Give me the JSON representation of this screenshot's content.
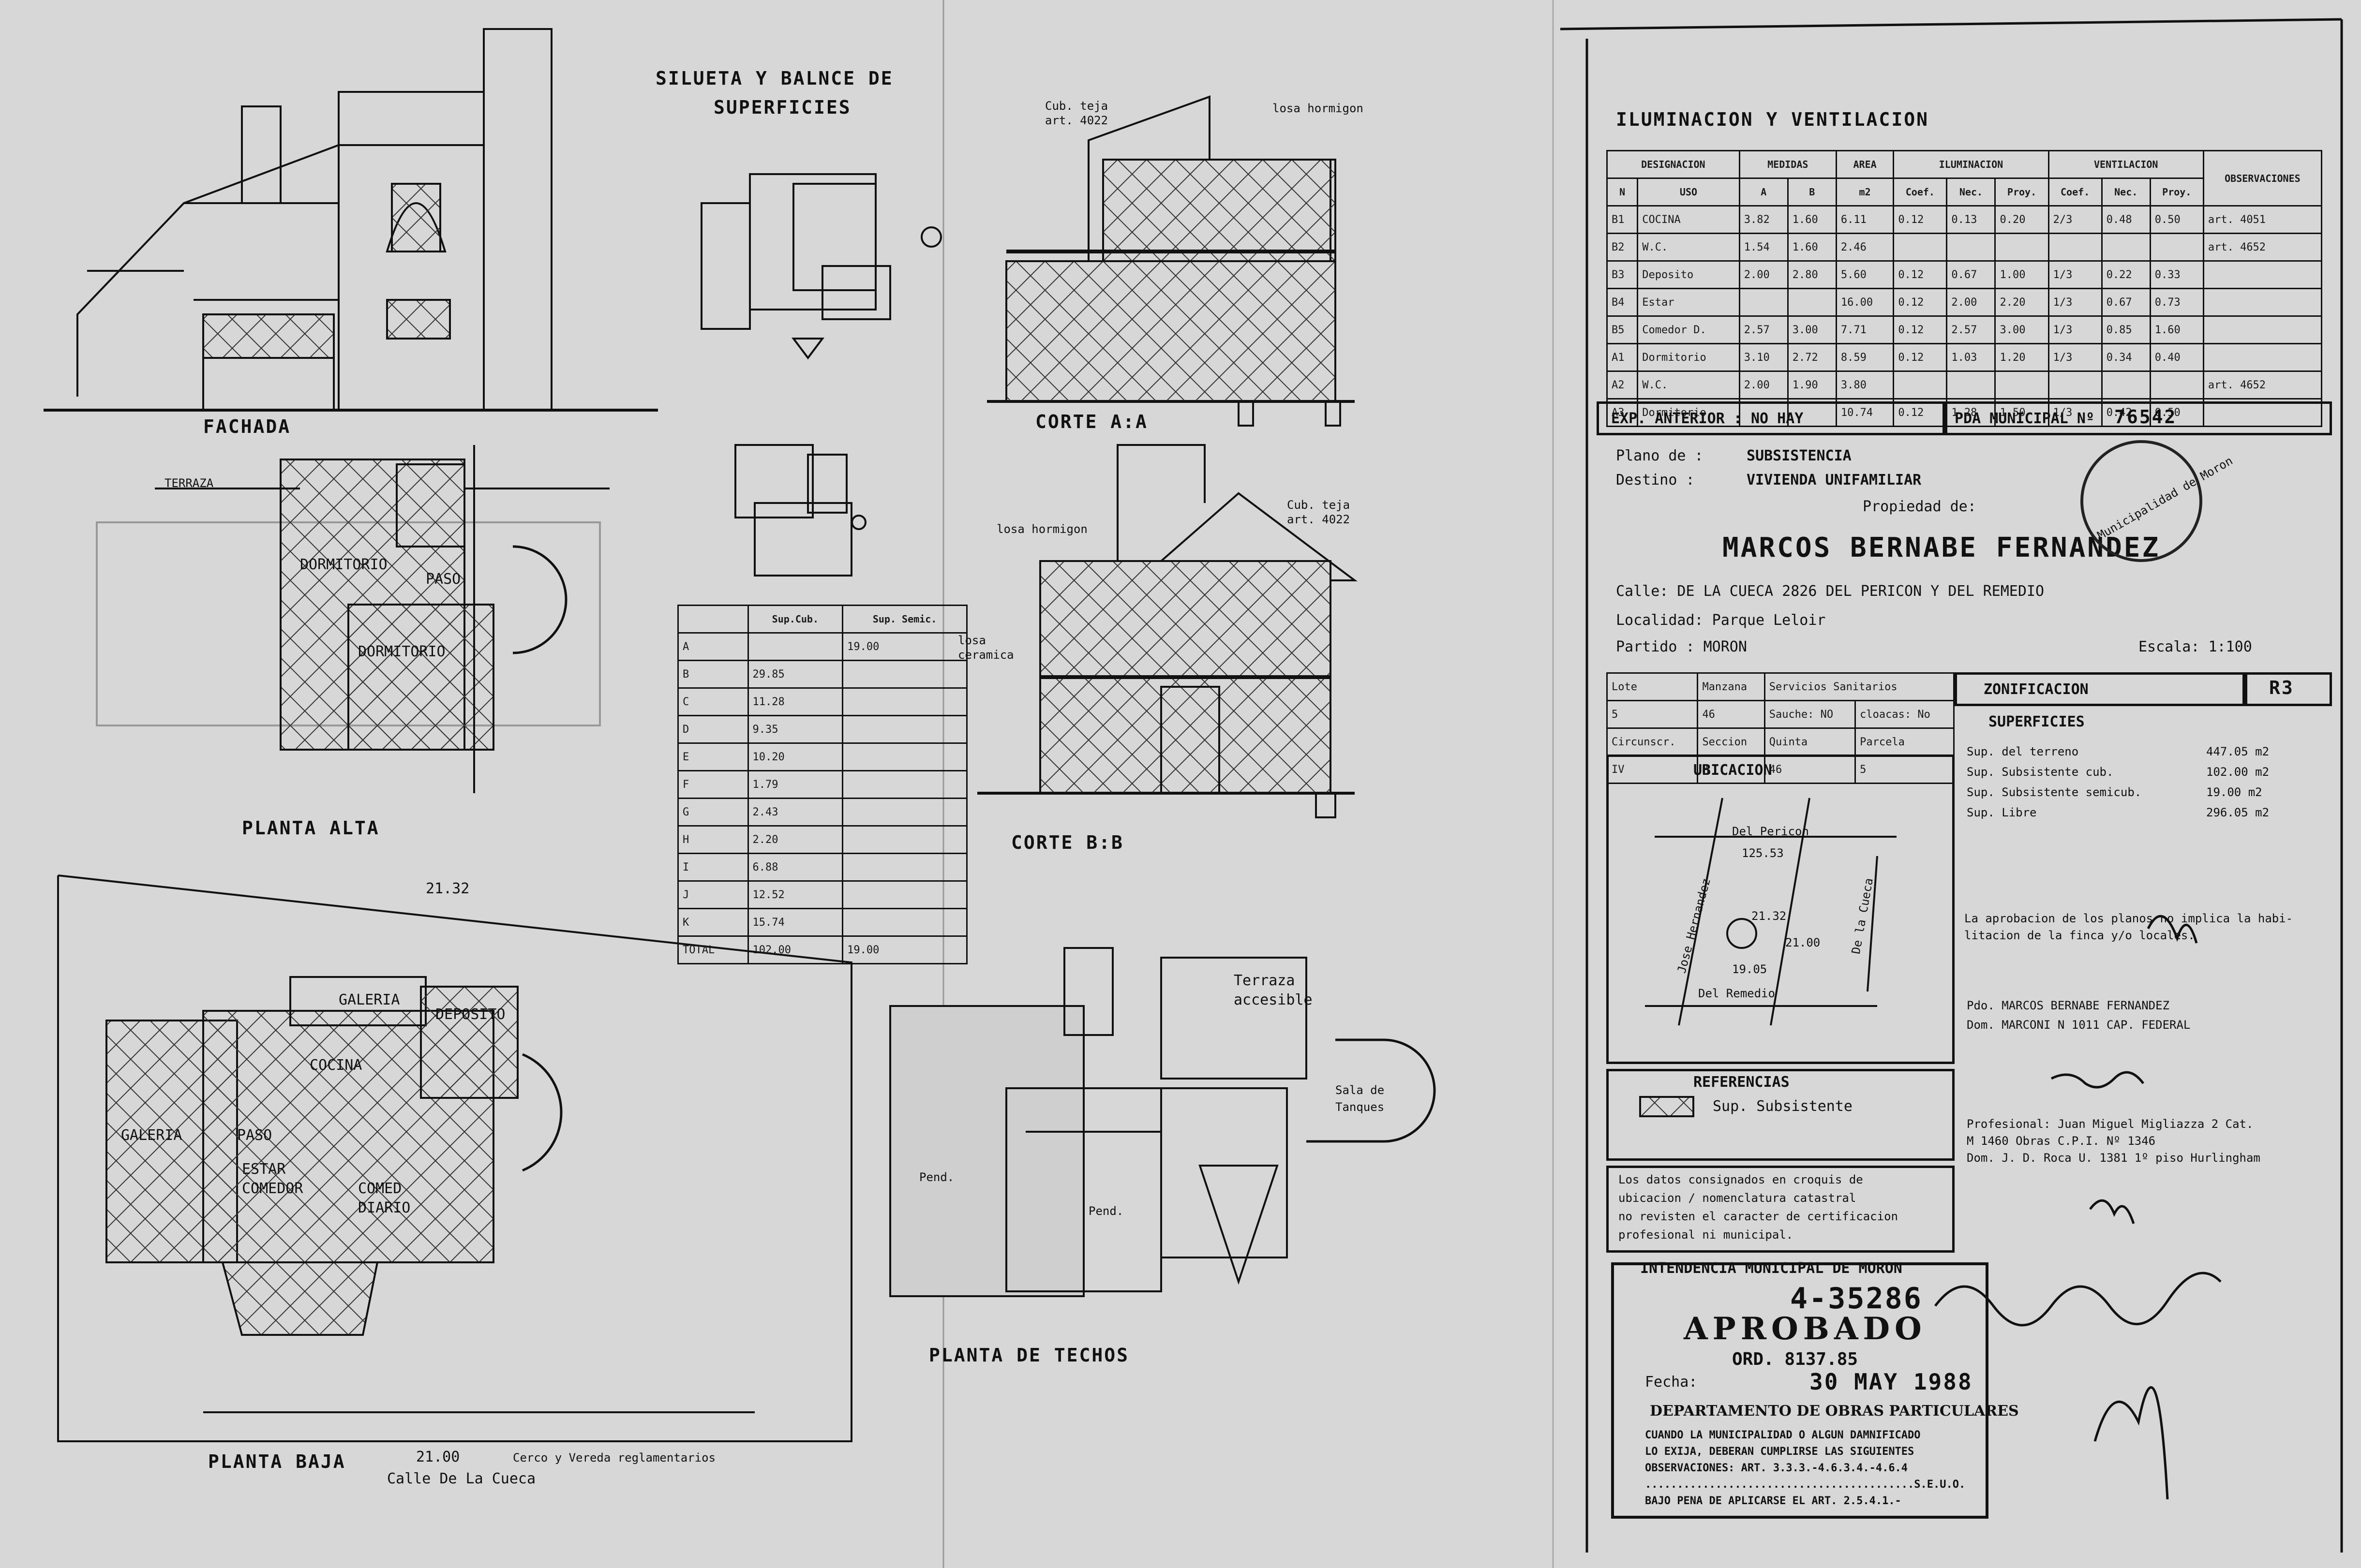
{
  "drawings": {
    "silueta_title": [
      "SILUETA Y BALNCE DE",
      "SUPERFICIES"
    ],
    "fachada": "FACHADA",
    "planta_alta": "PLANTA ALTA",
    "planta_baja": "PLANTA BAJA",
    "planta_techos": "PLANTA DE TECHOS",
    "corte_aa": "CORTE A:A",
    "corte_bb": "CORTE B:B",
    "dormitorio": "DORMITORIO",
    "paso": "PASO",
    "galeria": "GALERIA",
    "estar_comedor": [
      "ESTAR",
      "COMEDOR"
    ],
    "comedor_diario": [
      "COMED",
      "DIARIO"
    ],
    "cocina": "COCINA",
    "deposito": "DEPOSITO",
    "terraza": "TERRAZA",
    "terraza_accesible": [
      "Terraza",
      "accesible"
    ],
    "sala_tanques": [
      "Sala de",
      "Tanques"
    ],
    "losa_hormigon": "losa hormigon",
    "losa_ceramica": [
      "losa",
      "ceramica"
    ],
    "cub_teja": [
      "Cub. teja",
      "art. 4022"
    ],
    "pend": "Pend.",
    "calle": "Calle  De La Cueca",
    "cerco": "Cerco y Vereda reglamentarios",
    "frente": "21.00",
    "lateral": "21.32",
    "superficies_table": {
      "headers": [
        "",
        "Sup.Cub.",
        "Sup. Semic."
      ],
      "rows": [
        [
          "A",
          "",
          "19.00"
        ],
        [
          "B",
          "29.85",
          ""
        ],
        [
          "C",
          "11.28",
          ""
        ],
        [
          "D",
          "9.35",
          ""
        ],
        [
          "E",
          "10.20",
          ""
        ],
        [
          "F",
          "1.79",
          ""
        ],
        [
          "G",
          "2.43",
          ""
        ],
        [
          "H",
          "2.20",
          ""
        ],
        [
          "I",
          "6.88",
          ""
        ],
        [
          "J",
          "12.52",
          ""
        ],
        [
          "K",
          "15.74",
          ""
        ],
        [
          "TOTAL",
          "102.00",
          "19.00"
        ]
      ]
    }
  },
  "iluminacion": {
    "title": "ILUMINACION Y VENTILACION",
    "group_headers": [
      "DESIGNACION",
      "MEDIDAS",
      "AREA",
      "ILUMINACION",
      "VENTILACION",
      "OBSERVACIONES"
    ],
    "sub_headers": [
      "N",
      "USO",
      "A",
      "B",
      "m2",
      "Coef.",
      "Nec.",
      "Proy.",
      "Coef.",
      "Nec.",
      "Proy.",
      ""
    ],
    "rows": [
      [
        "B1",
        "COCINA",
        "3.82",
        "1.60",
        "6.11",
        "0.12",
        "0.13",
        "0.20",
        "2/3",
        "0.48",
        "0.50",
        "art. 4051"
      ],
      [
        "B2",
        "W.C.",
        "1.54",
        "1.60",
        "2.46",
        "",
        "",
        "",
        "",
        "",
        "",
        "art. 4652"
      ],
      [
        "B3",
        "Deposito",
        "2.00",
        "2.80",
        "5.60",
        "0.12",
        "0.67",
        "1.00",
        "1/3",
        "0.22",
        "0.33",
        ""
      ],
      [
        "B4",
        "Estar",
        "",
        "",
        "16.00",
        "0.12",
        "2.00",
        "2.20",
        "1/3",
        "0.67",
        "0.73",
        ""
      ],
      [
        "B5",
        "Comedor D.",
        "2.57",
        "3.00",
        "7.71",
        "0.12",
        "2.57",
        "3.00",
        "1/3",
        "0.85",
        "1.60",
        ""
      ],
      [
        "A1",
        "Dormitorio",
        "3.10",
        "2.72",
        "8.59",
        "0.12",
        "1.03",
        "1.20",
        "1/3",
        "0.34",
        "0.40",
        ""
      ],
      [
        "A2",
        "W.C.",
        "2.00",
        "1.90",
        "3.80",
        "",
        "",
        "",
        "",
        "",
        "",
        "art. 4652"
      ],
      [
        "A3",
        "Dormitorio",
        "",
        "",
        "10.74",
        "0.12",
        "1.28",
        "1.50",
        "1/3",
        "0.42",
        "0.50",
        ""
      ]
    ]
  },
  "expediente": {
    "exp_anterior": "EXP. ANTERIOR : NO HAY",
    "pda_label": "PDA MUNICIPAL Nº",
    "pda_value": "76542"
  },
  "plano": {
    "plano_de_label": "Plano de :",
    "plano_de": "SUBSISTENCIA",
    "destino_label": "Destino :",
    "destino": "VIVIENDA UNIFAMILIAR",
    "propiedad": "Propiedad de:",
    "propietario": "MARCOS BERNABE FERNANDEZ",
    "calle": "Calle: DE LA CUECA 2826 DEL PERICON Y DEL REMEDIO",
    "localidad": "Localidad: Parque Leloir",
    "partido": "Partido : MORON",
    "escala": "Escala: 1:100"
  },
  "nomenclatura": {
    "row1": [
      "Lote",
      "Manzana",
      "Servicios Sanitarios"
    ],
    "row2": [
      "5",
      "46",
      "Sauche: NO",
      "cloacas: No"
    ],
    "row3": [
      "Circunscr.",
      "Seccion",
      "Quinta",
      "Parcela"
    ],
    "row4": [
      "IV",
      "M",
      "46",
      "5"
    ],
    "zonificacion_label": "ZONIFICACION",
    "zonificacion_value": "R3"
  },
  "superficies": {
    "title": "SUPERFICIES",
    "items": [
      {
        "label": "Sup. del terreno",
        "value": "447.05 m2"
      },
      {
        "label": "Sup. Subsistente cub.",
        "value": "102.00 m2"
      },
      {
        "label": "Sup. Subsistente semicub.",
        "value": "19.00 m2"
      },
      {
        "label": "Sup. Libre",
        "value": "296.05 m2"
      }
    ]
  },
  "ubicacion": {
    "title": "UBICACION",
    "streets": [
      "Del Pericon",
      "Del Remedio",
      "Jose Hernandez",
      "De la Cueca"
    ],
    "dims": [
      "125.53",
      "21.32",
      "21.00",
      "19.05"
    ]
  },
  "referencias": {
    "title": "REFERENCIAS",
    "item": "Sup. Subsistente"
  },
  "notas": {
    "aprobacion": [
      "La aprobacion de los planos no implica la habi-",
      "litacion de la finca y/o locales."
    ],
    "datos": [
      "Los datos consignados en croquis de",
      "ubicacion / nomenclatura catastral",
      "no revisten el caracter de certificacion",
      "profesional ni municipal."
    ]
  },
  "firmas": {
    "propietario": "Pdo. MARCOS BERNABE FERNANDEZ",
    "domicilio": "Dom. MARCONI N 1011 CAP. FEDERAL",
    "profesional": "Profesional: Juan Miguel Migliazza 2 Cat.",
    "matricula": "M 1460 Obras C.P.I. Nº 1346",
    "dom_prof": "Dom. J. D. Roca U. 1381 1º piso Hurlingham"
  },
  "aprobado": {
    "municipio": "INTENDENCIA MUNICIPAL DE MORON",
    "expediente": "4-35286",
    "estado": "APROBADO",
    "ordenanza": "ORD. 8137.85",
    "fecha_label": "Fecha:",
    "fecha": "30 MAY 1988",
    "departamento": "DEPARTAMENTO DE OBRAS PARTICULARES",
    "texto": [
      "CUANDO LA MUNICIPALIDAD O ALGUN DAMNIFICADO",
      "LO EXIJA, DEBERAN CUMPLIRSE LAS SIGUIENTES",
      "OBSERVACIONES: ART. 3.3.3.-4.6.3.4.-4.6.4",
      "..........................................S.E.U.O.",
      "BAJO PENA DE APLICARSE EL ART. 2.5.4.1.-"
    ]
  },
  "sello": {
    "texto": "Municipalidad de Moron"
  }
}
